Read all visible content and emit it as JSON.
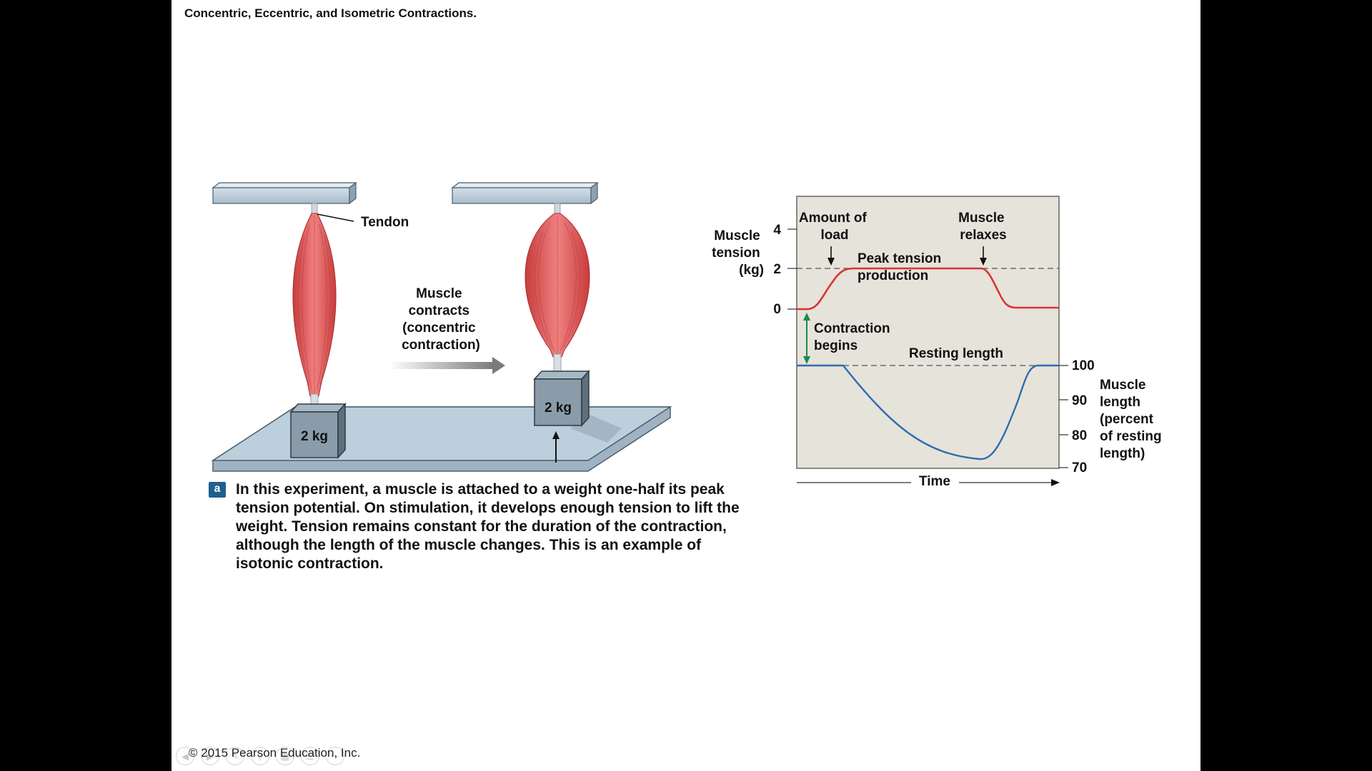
{
  "slide": {
    "title": "Concentric, Eccentric, and Isometric Contractions.",
    "copyright": "© 2015 Pearson Education, Inc.",
    "nav_controls": [
      "back",
      "forward",
      "pen",
      "zoom",
      "slides",
      "menu",
      "more"
    ]
  },
  "illustration": {
    "tendon_label": "Tendon",
    "arrow_label_lines": [
      "Muscle",
      "contracts",
      "(concentric",
      "contraction)"
    ],
    "weight_left": "2 kg",
    "weight_right": "2 kg",
    "colors": {
      "muscle": "#e35a5a",
      "platform": "#bccfdc",
      "weight": "#7d8f9c"
    }
  },
  "caption": {
    "badge": "a",
    "text": "In this experiment, a muscle is attached to a weight one-half its peak tension potential. On stimulation, it develops enough tension to lift the weight. Tension remains constant for the duration of the contraction, although the length of the muscle changes. This is an example of isotonic contraction."
  },
  "graph": {
    "left_axis_label_lines": [
      "Muscle",
      "tension",
      "(kg)"
    ],
    "left_ticks": [
      "4",
      "2",
      "0"
    ],
    "right_axis_label_lines": [
      "Muscle",
      "length",
      "(percent",
      "of resting",
      "length)"
    ],
    "right_ticks": [
      "100",
      "90",
      "80",
      "70"
    ],
    "x_label": "Time",
    "annotations": {
      "amount_of_load": [
        "Amount of",
        "load"
      ],
      "muscle_relaxes": [
        "Muscle",
        "relaxes"
      ],
      "peak_tension": [
        "Peak tension",
        "production"
      ],
      "contraction_begins": [
        "Contraction",
        "begins"
      ],
      "resting_length": "Resting length"
    },
    "colors": {
      "background": "#e6e3da",
      "tension_curve": "#d93333",
      "length_curve": "#2b6db3",
      "arrow": "#1a8a4a"
    }
  }
}
